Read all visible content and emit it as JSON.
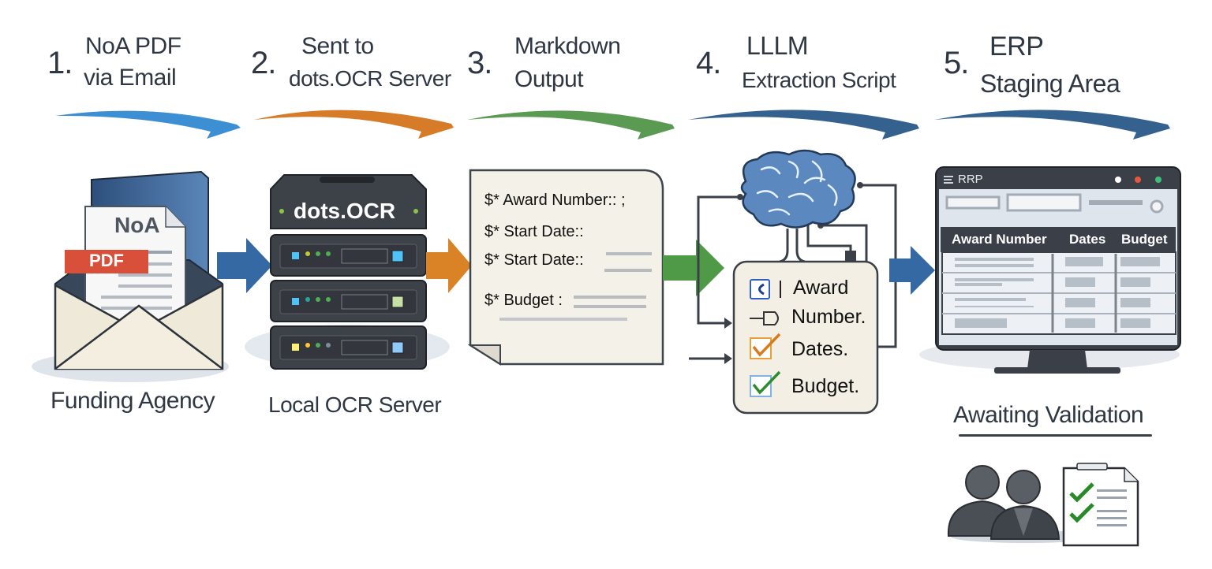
{
  "steps": [
    {
      "number": "1.",
      "line1": "NoA PDF",
      "line2": "via Email",
      "arc_color": "#3d8fd4"
    },
    {
      "number": "2.",
      "line1": "Sent to",
      "line2": "dots.OCR Server",
      "arc_color": "#d67c28"
    },
    {
      "number": "3.",
      "line1": "Markdown",
      "line2": "Output",
      "arc_color": "#5a9a52"
    },
    {
      "number": "4.",
      "line1": "LLLM",
      "line2": "Extraction Script",
      "arc_color": "#35618f"
    },
    {
      "number": "5.",
      "line1": "ERP",
      "line2": "Staging Area",
      "arc_color": "#35618f"
    }
  ],
  "stage1": {
    "doc_title": "NoA",
    "badge": "PDF",
    "caption": "Funding Agency"
  },
  "stage2": {
    "server_label": "dots.OCR",
    "caption": "Local OCR Server"
  },
  "stage3": {
    "lines": [
      {
        "prefix": "$*",
        "text": "Award Number:: ;"
      },
      {
        "prefix": "$*",
        "text": "Start Date::"
      },
      {
        "prefix": "$*",
        "text": "Start Date::"
      },
      {
        "prefix": "$*",
        "text": "Budget :"
      }
    ]
  },
  "stage4": {
    "items": [
      {
        "icon": "code-icon",
        "text": "Award"
      },
      {
        "icon": "connector-icon",
        "text": "Number."
      },
      {
        "icon": "orange-checkbox-icon",
        "text": "Dates."
      },
      {
        "icon": "green-checkbox-icon",
        "text": "Budget."
      }
    ]
  },
  "stage5": {
    "window_title": "RRP",
    "columns": [
      "Award Number",
      "Dates",
      "Budget"
    ],
    "row_count": 4,
    "caption": "Awaiting Validation"
  },
  "colors": {
    "blue_arrow": "#3569a3",
    "orange_arrow": "#d98226",
    "green_arrow": "#4f9a47",
    "dark": "#3b4048",
    "server": "#3d4148"
  }
}
